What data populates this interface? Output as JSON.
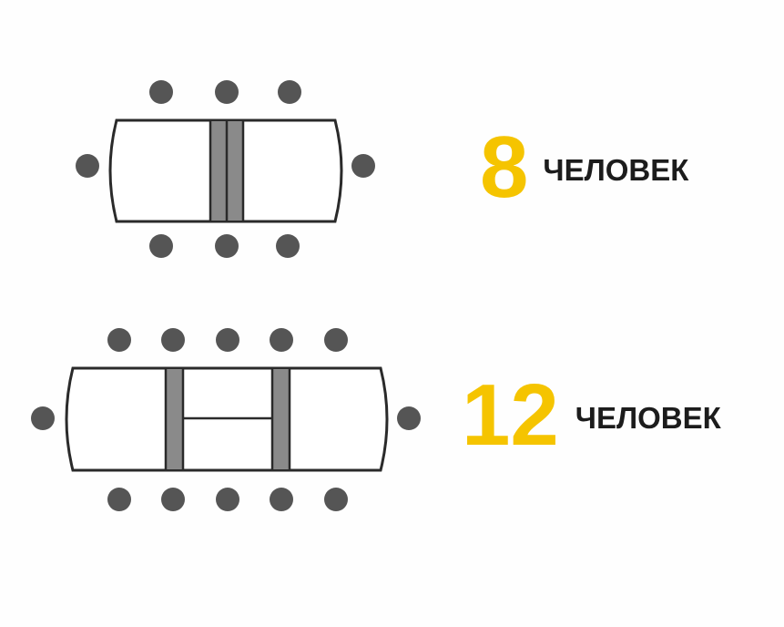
{
  "layouts": [
    {
      "id": "8",
      "seat_count": "8",
      "unit_label": "ЧЕЛОВЕК",
      "inserts": 1,
      "seats_per_long_side": 3,
      "seats_per_end": 1
    },
    {
      "id": "12",
      "seat_count": "12",
      "unit_label": "ЧЕЛОВЕК",
      "inserts": 2,
      "seats_per_long_side": 5,
      "seats_per_end": 1
    }
  ],
  "colors": {
    "seat": "#555555",
    "table_outline": "#2a2a2a",
    "insert_fill": "#8a8a8a",
    "number": "#f5c400",
    "label": "#1c1c1c",
    "background": "#fefefe"
  }
}
